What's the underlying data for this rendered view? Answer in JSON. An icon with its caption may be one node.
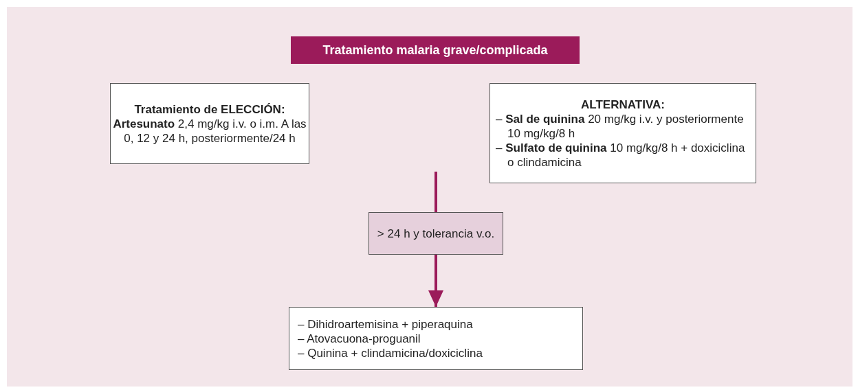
{
  "diagram": {
    "nodes": [
      {
        "text": [
          "Tratamiento malaria grave/complicada"
        ]
      },
      {
        "text": [
          "Tratamiento de ELECCIÓN:",
          "**Artesunato** 2,4 mg/kg i.v. o i.m. A las 0, 12 y 24 h, posteriormente/24 h"
        ]
      },
      {
        "text": [
          "ALTERNATIVA:",
          "– **Sal de quinina** 20 mg/kg i.v. y posteriormente 10 mg/kg/8 h",
          "– **Sulfato de quinina** 10 mg/kg/8 h + doxiciclina o clindamicina"
        ]
      },
      {
        "text": [
          "> 24 h y tolerancia v.o."
        ]
      },
      {
        "text": [
          "– Dihidroartemisina + piperaquina",
          "– Atovacuona-proguanil",
          "– Quinina + clindamicina/doxiciclina"
        ]
      }
    ],
    "edges": [
      {
        "from": null,
        "to": 3,
        "arrow": "none"
      },
      {
        "from": 3,
        "to": 4,
        "arrow": "to"
      }
    ]
  }
}
